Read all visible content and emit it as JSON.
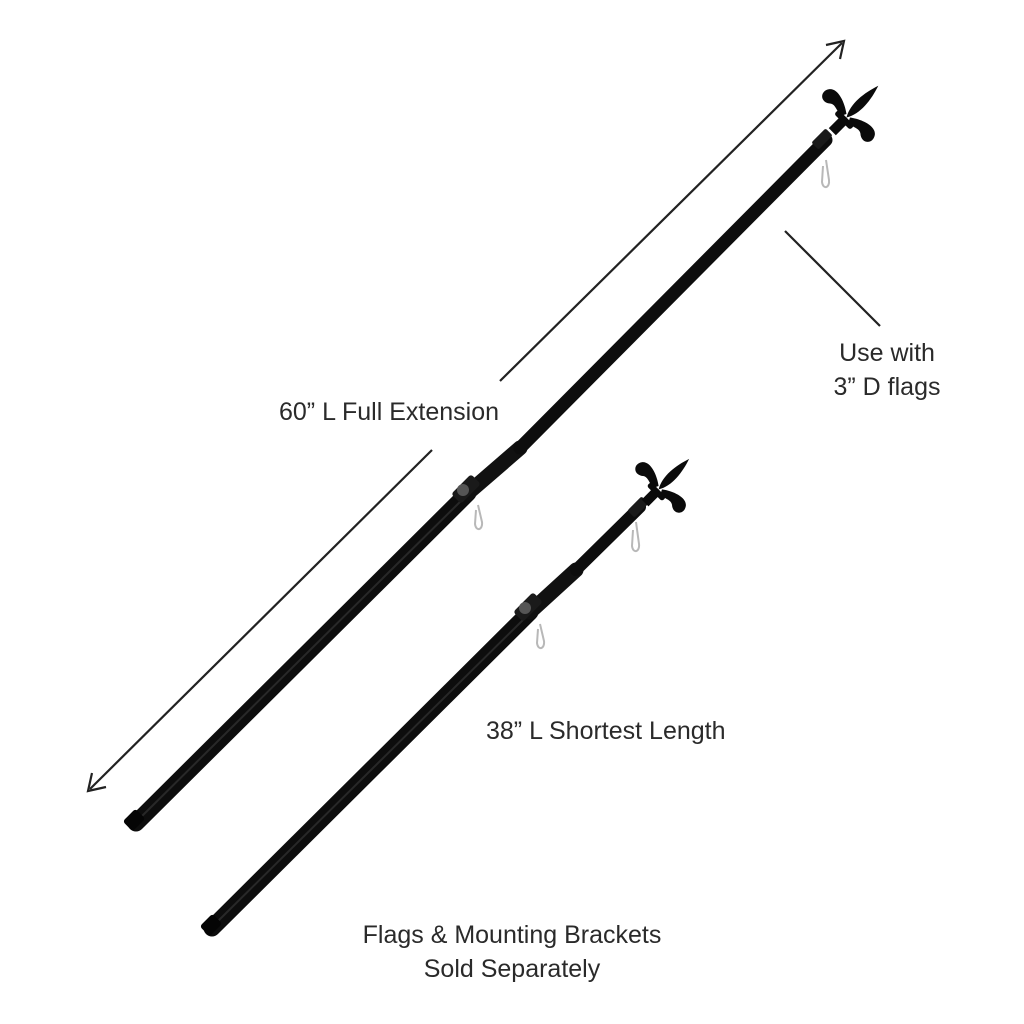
{
  "labels": {
    "full_extension": "60” L Full Extension",
    "shortest_length": "38” L Shortest Length",
    "use_with_line1": "Use with",
    "use_with_line2": "3” D flags",
    "footer_line1": "Flags & Mounting Brackets",
    "footer_line2": "Sold Separately"
  },
  "colors": {
    "background": "#ffffff",
    "pole": "#0d0d0d",
    "annotation": "#222222",
    "clip": "#b8b8b8"
  },
  "icons": {
    "finial": "fleur-de-lis-icon",
    "arrow": "double-headed-arrow-icon"
  }
}
